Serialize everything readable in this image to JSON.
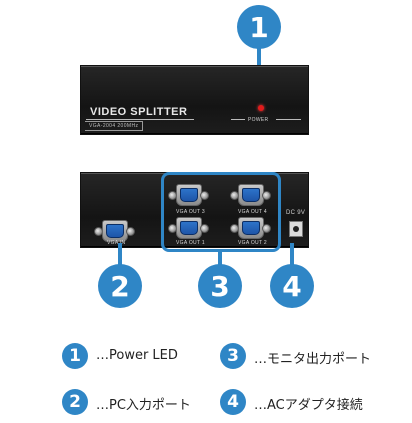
{
  "callouts": [
    "1",
    "2",
    "3",
    "4"
  ],
  "front_panel": {
    "title": "VIDEO SPLITTER",
    "model": "VGA-2004  200MHz",
    "power_label": "POWER"
  },
  "rear_panel": {
    "vga_in_label": "VGA IN",
    "outputs": [
      "VGA OUT 3",
      "VGA OUT 4",
      "VGA OUT 1",
      "VGA OUT 2"
    ],
    "dc_label": "DC 9V"
  },
  "legend": [
    {
      "num": "1",
      "text": "…Power LED"
    },
    {
      "num": "3",
      "text": "…モニタ出力ポート"
    },
    {
      "num": "2",
      "text": "…PC入力ポート"
    },
    {
      "num": "4",
      "text": "…ACアダプタ接続"
    }
  ],
  "colors": {
    "accent": "#2f86c6",
    "led": "#e21b1b"
  }
}
